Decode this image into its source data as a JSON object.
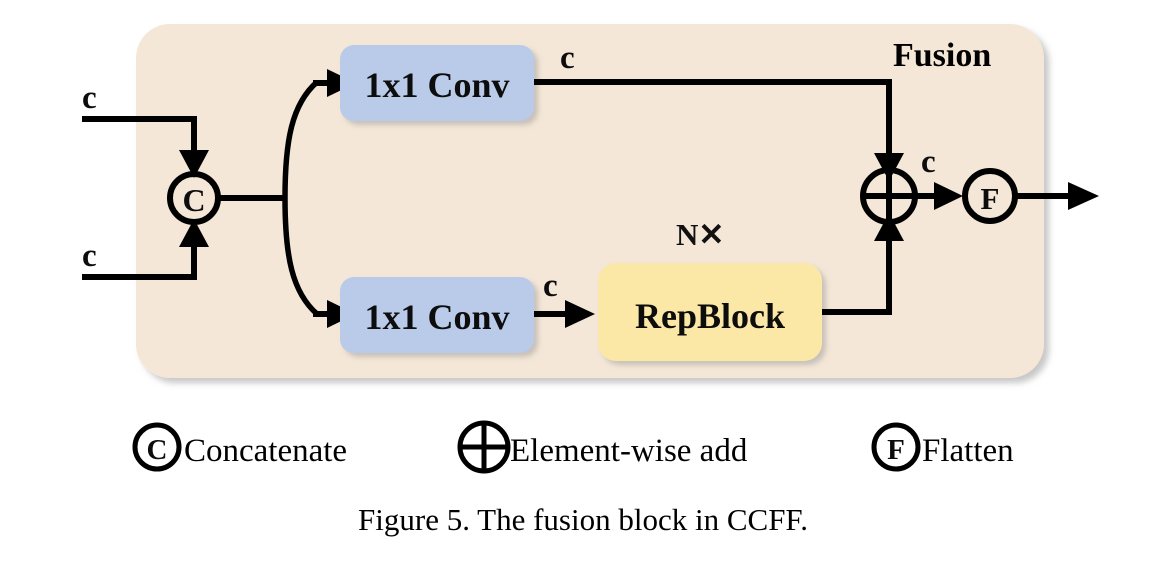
{
  "figure": {
    "caption": "Figure 5. The fusion block in CCFF.",
    "panel_title": "Fusion",
    "panel_color": "#f4e7d7",
    "canvas_color": "#ffffff"
  },
  "colors": {
    "conv_block": "#b9cbe8",
    "rep_block": "#fbe8a6",
    "panel": "#f4e7d7",
    "stroke": "#000000"
  },
  "inputs": [
    {
      "id": "input-top",
      "label": "c"
    },
    {
      "id": "input-bottom",
      "label": "c"
    }
  ],
  "nodes": [
    {
      "id": "concat-node",
      "glyph": "C",
      "name": "concatenate-node"
    },
    {
      "id": "add-node",
      "glyph": "+",
      "name": "element-wise-add-node"
    },
    {
      "id": "flatten-node",
      "glyph": "F",
      "name": "flatten-node"
    }
  ],
  "blocks": [
    {
      "id": "conv-top",
      "label": "1x1 Conv",
      "color": "#b9cbe8"
    },
    {
      "id": "conv-bottom",
      "label": "1x1 Conv",
      "color": "#b9cbe8"
    },
    {
      "id": "repblock",
      "label": "RepBlock",
      "color": "#fbe8a6"
    }
  ],
  "edge_labels": {
    "top_conv_out": "c",
    "bottom_conv_out": "c",
    "add_out": "c"
  },
  "annotations": {
    "repeat": "N✕"
  },
  "legend": [
    {
      "id": "legend-concatenate",
      "glyph": "C",
      "label": "Concatenate"
    },
    {
      "id": "legend-add",
      "glyph": "+",
      "label": "Element-wise add"
    },
    {
      "id": "legend-flatten",
      "glyph": "F",
      "label": "Flatten"
    }
  ]
}
